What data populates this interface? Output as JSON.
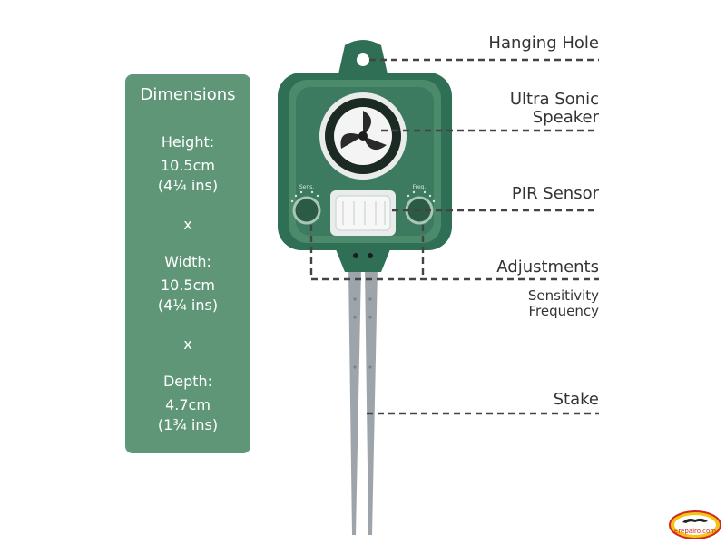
{
  "colors": {
    "panel_green": "#5f9677",
    "device_green": "#2f6f55",
    "device_light": "#4c8a6c",
    "stake_gray": "#9ea5aa",
    "label_text": "#333333",
    "dash_line": "#444444",
    "logo_yellow": "#f3c316",
    "logo_red": "#d2281e"
  },
  "dimensions": {
    "title": "Dimensions",
    "height_label": "Height:",
    "height_cm": "10.5cm",
    "height_in": "(4¼ ins)",
    "separator_1": "x",
    "width_label": "Width:",
    "width_cm": "10.5cm",
    "width_in": "(4¼ ins)",
    "separator_2": "x",
    "depth_label": "Depth:",
    "depth_cm": "4.7cm",
    "depth_in": "(1¾ ins)"
  },
  "callouts": {
    "hanging_hole": "Hanging Hole",
    "speaker_line1": "Ultra Sonic",
    "speaker_line2": "Speaker",
    "pir_sensor": "PIR Sensor",
    "adjustments": "Adjustments",
    "sensitivity": "Sensitivity",
    "frequency": "Frequency",
    "stake": "Stake"
  },
  "device_labels": {
    "sens": "Sens.",
    "freq": "Freq."
  },
  "watermark": "Erepairo.com"
}
